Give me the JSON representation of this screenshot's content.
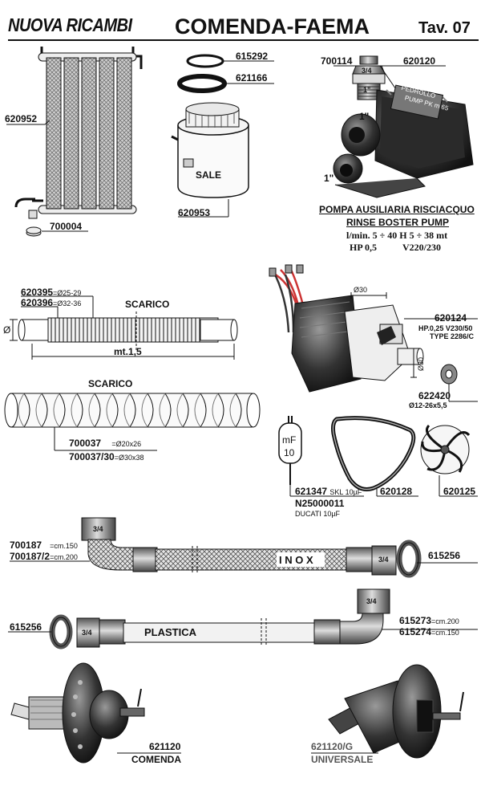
{
  "header": {
    "brand": "NUOVA RICAMBI",
    "title": "COMENDA-FAEMA",
    "table_no": "Tav. 07"
  },
  "parts": {
    "p620952": "620952",
    "p700004": "700004",
    "p615292": "615292",
    "p621166": "621166",
    "p620953": "620953",
    "sale": "SALE",
    "p700114": "700114",
    "p620120": "620120",
    "fit_34": "3/4",
    "fit_1a": "1\"",
    "pump_1a": "1\"",
    "pump_1b": "1\"",
    "pump_brand": "PEDROLLO",
    "pump_model": "PUMP PK m 65",
    "pump_title_it": "POMPA AUSILIARIA RISCIACQUO",
    "pump_title_en": "RINSE BOSTER PUMP",
    "pump_spec1": "l/min. 5 ÷ 40  H 5 ÷ 38 mt",
    "pump_spec2a": "HP 0,5",
    "pump_spec2b": "V220/230",
    "p620395": "620395",
    "p620395_d": "=Ø25-29",
    "p620396": "620396",
    "p620396_d": "=Ø32-36",
    "scarico1": "SCARICO",
    "dia_symbol": "Ø",
    "length": "mt.1,5",
    "scarico2": "SCARICO",
    "p700037": "700037",
    "p700037_d": "=Ø20x26",
    "p700037_30": "700037/30",
    "p700037_30_d": "=Ø30x38",
    "d30a": "Ø30",
    "d30b": "Ø30",
    "p620124": "620124",
    "p620124_spec1": "HP.0,25 V230/50",
    "p620124_spec2": "TYPE 2286/C",
    "p622420": "622420",
    "p622420_d": "Ø12-26x5,5",
    "cap_mf": "mF",
    "cap_10": "10",
    "p621347": "621347",
    "p621347_d": "SKL 10µF",
    "pN25000011": "N25000011",
    "pN25000011_d": "DUCATI 10µF",
    "p620128": "620128",
    "p620125": "620125",
    "p700187": "700187",
    "p700187_d": "=cm.150",
    "p700187_2": "700187/2",
    "p700187_2_d": "=cm.200",
    "inox": "I N O X",
    "nut_a": "3/4",
    "nut_b": "3/4",
    "p615256a": "615256",
    "p615256b": "615256",
    "nut_c": "3/4",
    "nut_d": "3/4",
    "plastica": "PLASTICA",
    "p615273": "615273",
    "p615273_d": "=cm.200",
    "p615274": "615274",
    "p615274_d": "=cm.150",
    "p621120": "621120",
    "comenda": "COMENDA",
    "p621120g": "621120/G",
    "universale": "UNIVERSALE"
  },
  "colors": {
    "ink": "#111111",
    "metal_dark": "#333333",
    "metal_mid": "#888888",
    "metal_light": "#cfcfcf"
  }
}
